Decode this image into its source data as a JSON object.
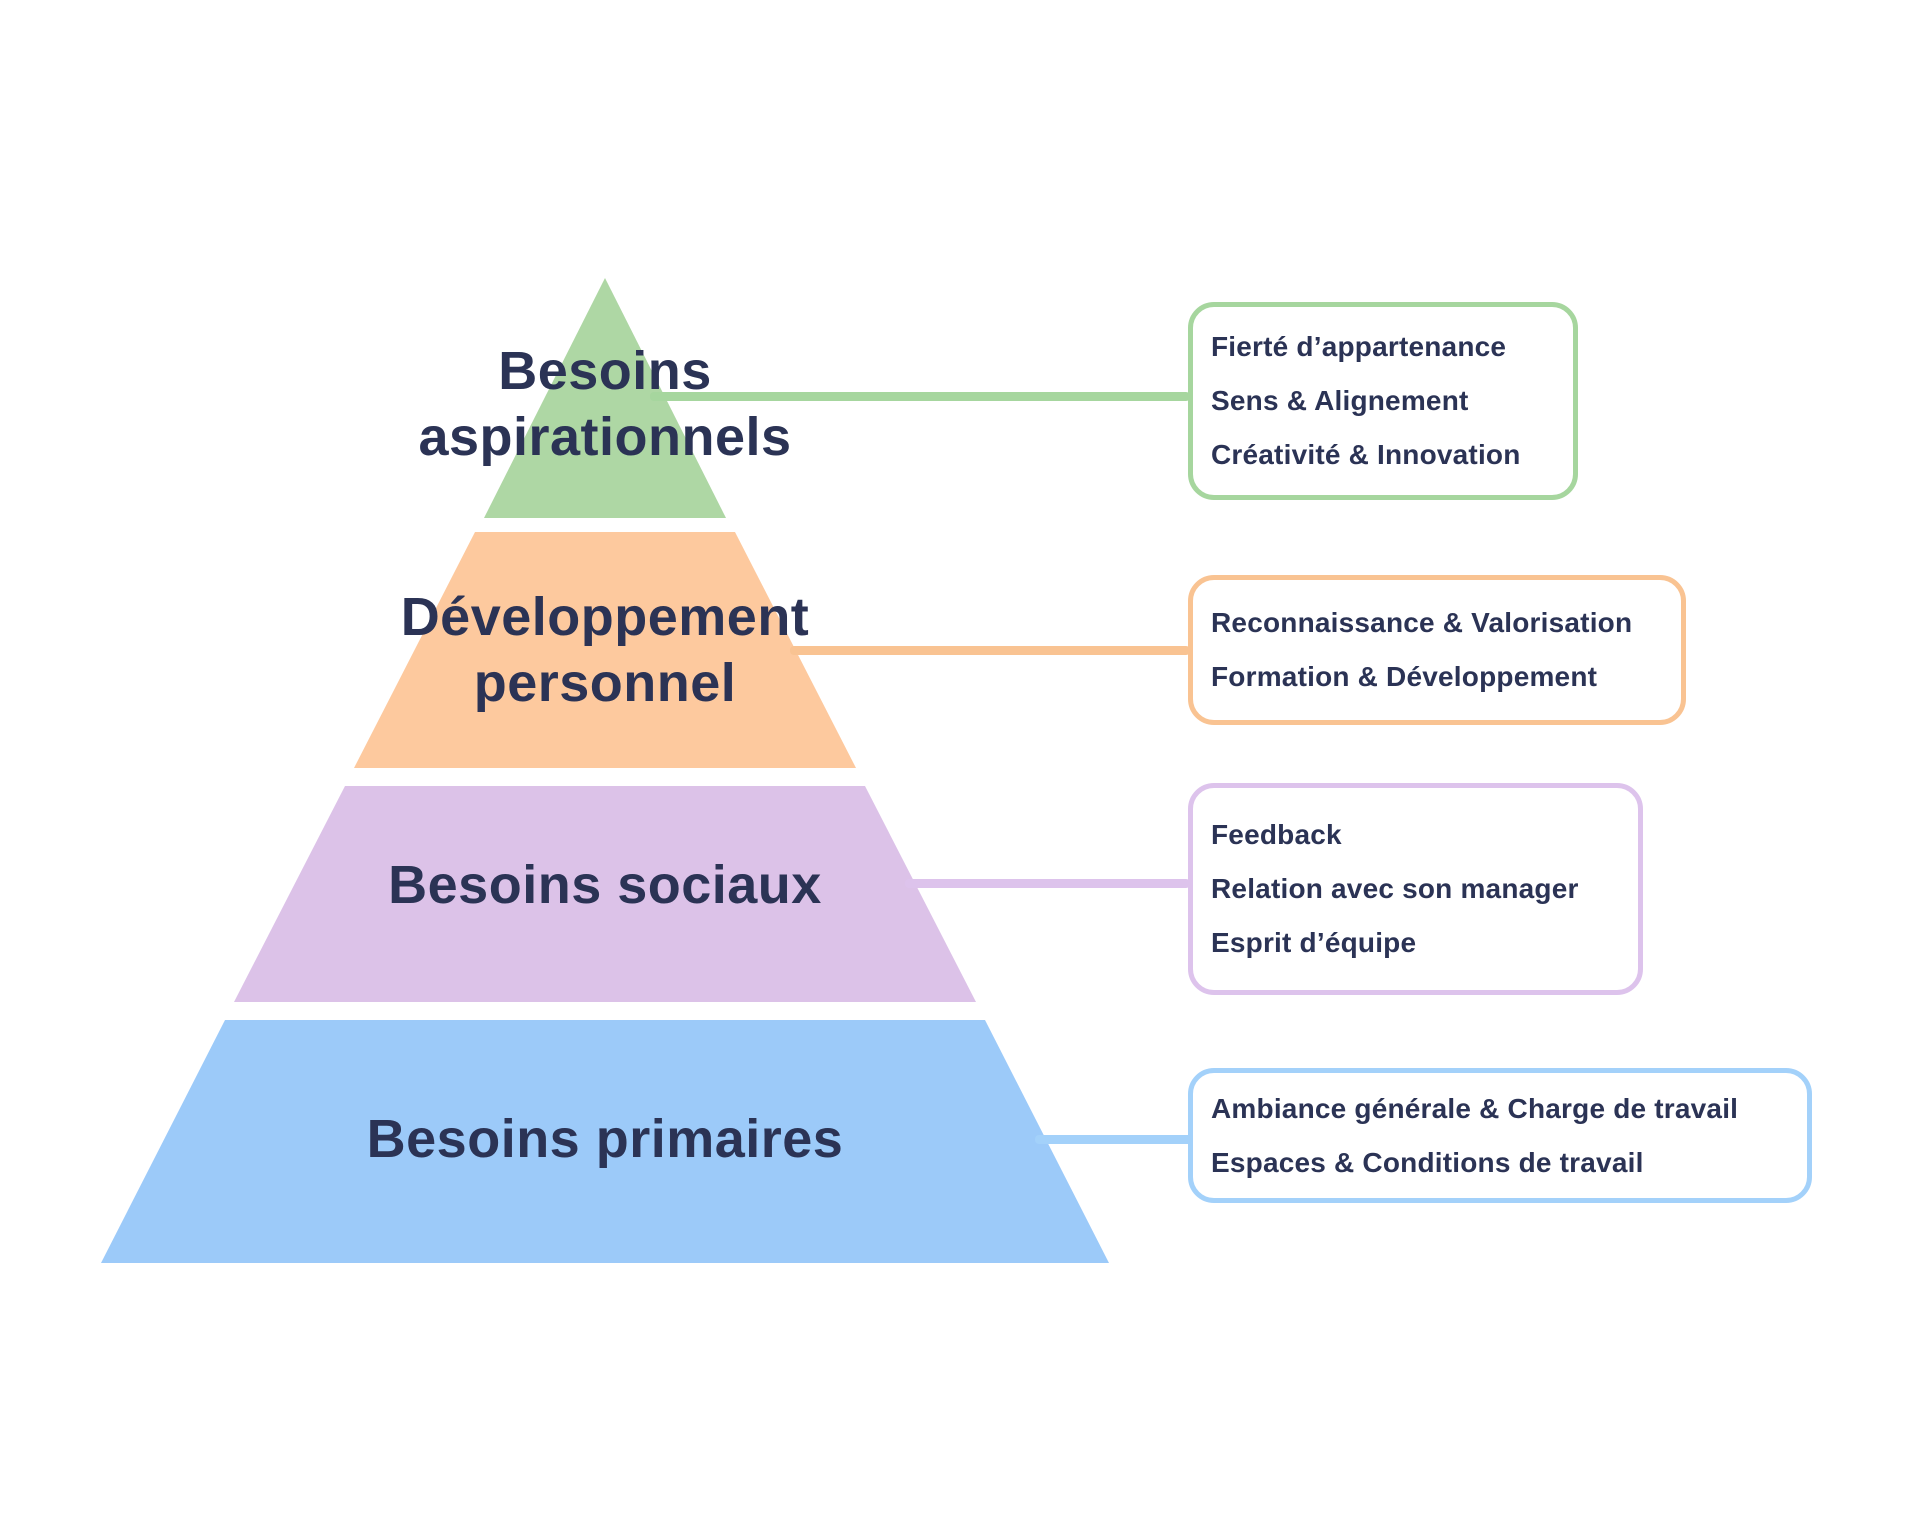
{
  "palette": {
    "background": "#ffffff",
    "text_navy": "#2b3355",
    "green": "#aed7a4",
    "orange": "#fdc99e",
    "purple": "#dcc2e8",
    "blue": "#9ccaf9"
  },
  "pyramid": {
    "levels": [
      {
        "rank": 1,
        "name": "besoins-aspirationnels",
        "label": "Besoins aspirationnels",
        "label_lines": [
          "Besoins",
          "aspirationnels"
        ],
        "fill": "#aed7a4",
        "line_color": "#a6d69e",
        "box_items": [
          "Fierté d’appartenance",
          "Sens & Alignement",
          "Créativité & Innovation"
        ]
      },
      {
        "rank": 2,
        "name": "developpement-personnel",
        "label": "Développement personnel",
        "label_lines": [
          "Développement",
          "personnel"
        ],
        "fill": "#fdc99e",
        "line_color": "#f9c392",
        "box_items": [
          "Reconnaissance & Valorisation",
          "Formation & Développement"
        ]
      },
      {
        "rank": 3,
        "name": "besoins-sociaux",
        "label": "Besoins sociaux",
        "label_lines": [
          "Besoins sociaux"
        ],
        "fill": "#dcc2e8",
        "line_color": "#ddc3ec",
        "box_items": [
          "Feedback",
          "Relation avec son manager",
          "Esprit d’équipe"
        ]
      },
      {
        "rank": 4,
        "name": "besoins-primaires",
        "label": "Besoins primaires",
        "label_lines": [
          "Besoins primaires"
        ],
        "fill": "#9ccaf9",
        "line_color": "#a3d1fa",
        "box_items": [
          "Ambiance générale & Charge de travail",
          "Espaces & Conditions de travail"
        ]
      }
    ]
  }
}
